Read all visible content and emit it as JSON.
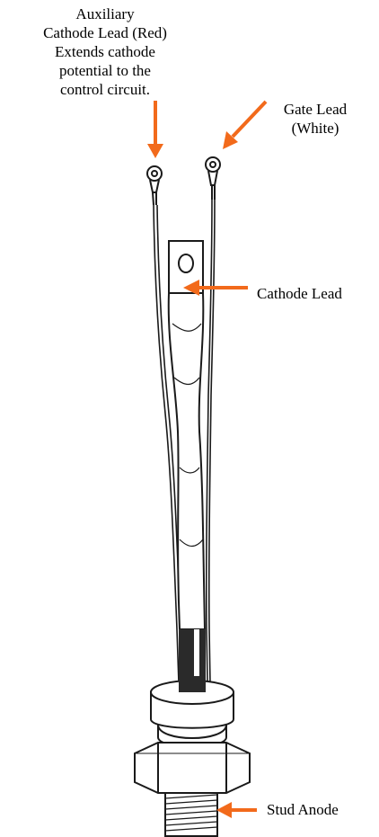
{
  "labels": {
    "auxiliary_cathode": {
      "lines": [
        "Auxiliary",
        "Cathode Lead (Red)",
        "Extends cathode",
        "potential  to the",
        "control circuit."
      ]
    },
    "gate": {
      "lines": [
        "Gate Lead",
        "(White)"
      ]
    },
    "cathode": {
      "text": "Cathode Lead"
    },
    "stud_anode": {
      "text": "Stud Anode"
    }
  },
  "colors": {
    "arrow": "#f26a1b",
    "ink": "#1a1a1a",
    "background": "#ffffff"
  }
}
